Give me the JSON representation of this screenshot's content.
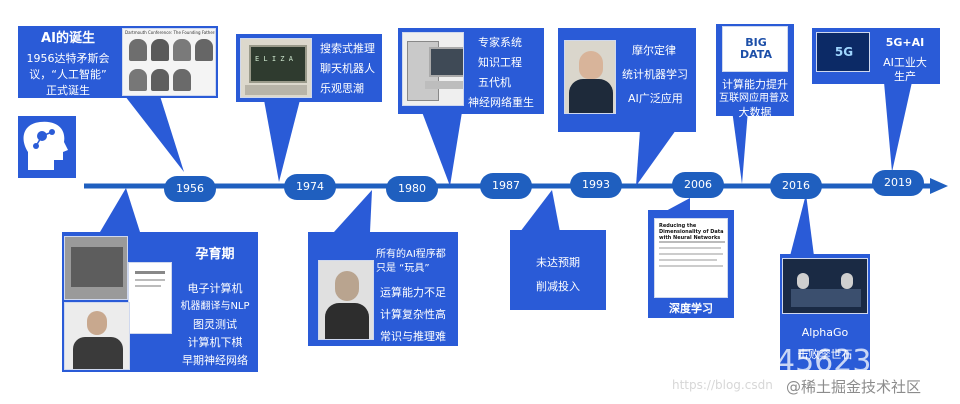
{
  "colors": {
    "timeline": "#1f5fbf",
    "box": "#2a5bd7",
    "text": "#ffffff"
  },
  "timeline": {
    "years": [
      "1956",
      "1974",
      "1980",
      "1987",
      "1993",
      "2006",
      "2016",
      "2019"
    ]
  },
  "brain_icon": "brain-head-icon",
  "events": {
    "e1956": {
      "title": "AI的诞生",
      "lines": [
        "1956达特矛斯会",
        "议，“人工智能”",
        "正式诞生"
      ],
      "photo_title": "Dartmouth Conference: The Founding Fathers of AI"
    },
    "e1974": {
      "lines": [
        "搜索式推理",
        "聊天机器人",
        "乐观思潮"
      ],
      "screen_text": "E L I Z A"
    },
    "e1980": {
      "lines": [
        "专家系统",
        "知识工程",
        "五代机",
        "神经网络重生"
      ]
    },
    "e1993": {
      "lines": [
        "摩尔定律",
        "统计机器学习",
        "AI广泛应用"
      ]
    },
    "e2006": {
      "lines": [
        "计算能力提升",
        "互联网应用普及",
        "大数据"
      ],
      "logo_text": "BIG DATA"
    },
    "e2019": {
      "title": "5G+AI",
      "lines": [
        "AI工业大",
        "生产"
      ],
      "logo_text": "5G"
    },
    "incubation": {
      "title": "孕育期",
      "lines": [
        "电子计算机",
        "机器翻译与NLP",
        "图灵测试",
        "计算机下棋",
        "早期神经网络"
      ]
    },
    "winter1": {
      "lines": [
        "所有的AI程序都",
        "只是 “玩具”",
        "运算能力不足",
        "计算复杂性高",
        "常识与推理难"
      ]
    },
    "winter2": {
      "lines": [
        "未达预期",
        "削减投入"
      ]
    },
    "deep": {
      "title": "深度学习",
      "paper_title": "Reducing the Dimensionality of Data with Neural Networks"
    },
    "alphago": {
      "lines": [
        "AlphaGo",
        "击败李世石"
      ]
    }
  },
  "watermarks": {
    "w1": "https://blog.csdn",
    "w2": "@稀土掘金技术社区",
    "w3": "45623"
  }
}
